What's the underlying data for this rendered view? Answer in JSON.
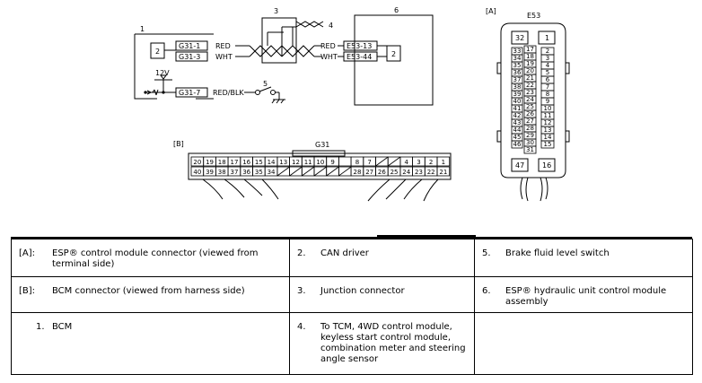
{
  "schematic": {
    "bcm_number": "1",
    "bcm_inner": "2",
    "g31_1": "G31-1",
    "g31_3": "G31-3",
    "g31_7": "G31-7",
    "red": "RED",
    "wht": "WHT",
    "red2": "RED",
    "wht2": "WHT",
    "redblk": "RED/BLK",
    "v12": "12V",
    "junction_number": "3",
    "to_number": "4",
    "switch_number": "5",
    "hu_number": "6",
    "hu_inner": "2",
    "e53_13": "E53-13",
    "e53_44": "E53-44"
  },
  "connector_a": {
    "tag": "[A]",
    "name": "E53",
    "top_left": "32",
    "top_right": "1",
    "bottom_left": "47",
    "bottom_right": "16",
    "left_col": [
      "33",
      "34",
      "35",
      "36",
      "37",
      "38",
      "39",
      "40",
      "41",
      "42",
      "43",
      "44",
      "45",
      "46"
    ],
    "mid_col": [
      "17",
      "18",
      "19",
      "20",
      "21",
      "22",
      "23",
      "24",
      "25",
      "26",
      "27",
      "28",
      "29",
      "30",
      "31"
    ],
    "right_col": [
      "2",
      "3",
      "4",
      "5",
      "6",
      "7",
      "8",
      "9",
      "10",
      "11",
      "12",
      "13",
      "14",
      "15"
    ]
  },
  "connector_b": {
    "tag": "[B]",
    "name": "G31",
    "top_row": [
      "20",
      "19",
      "18",
      "17",
      "16",
      "15",
      "14",
      "13",
      "12",
      "11",
      "10",
      "9",
      "",
      "8",
      "7",
      "",
      "",
      "4",
      "3",
      "2",
      "1"
    ],
    "bottom_row": [
      "40",
      "39",
      "38",
      "37",
      "36",
      "35",
      "34",
      "",
      "",
      "",
      "",
      "",
      "",
      "28",
      "27",
      "26",
      "25",
      "24",
      "23",
      "22",
      "21"
    ]
  },
  "legend": {
    "rows": [
      [
        {
          "key": "[A]:",
          "text": "ESP® control module connector (viewed from terminal side)"
        },
        {
          "key": "2.",
          "text": "CAN driver"
        },
        {
          "key": "5.",
          "text": "Brake fluid level switch"
        }
      ],
      [
        {
          "key": "[B]:",
          "text": "BCM connector (viewed from harness side)"
        },
        {
          "key": "3.",
          "text": "Junction connector"
        },
        {
          "key": "6.",
          "text": "ESP® hydraulic unit control module assembly"
        }
      ],
      [
        {
          "key": "1.",
          "text": "BCM"
        },
        {
          "key": "4.",
          "text": "To TCM, 4WD control module, keyless start control module, combination meter and steering angle sensor"
        },
        {
          "key": "",
          "text": ""
        }
      ]
    ]
  }
}
